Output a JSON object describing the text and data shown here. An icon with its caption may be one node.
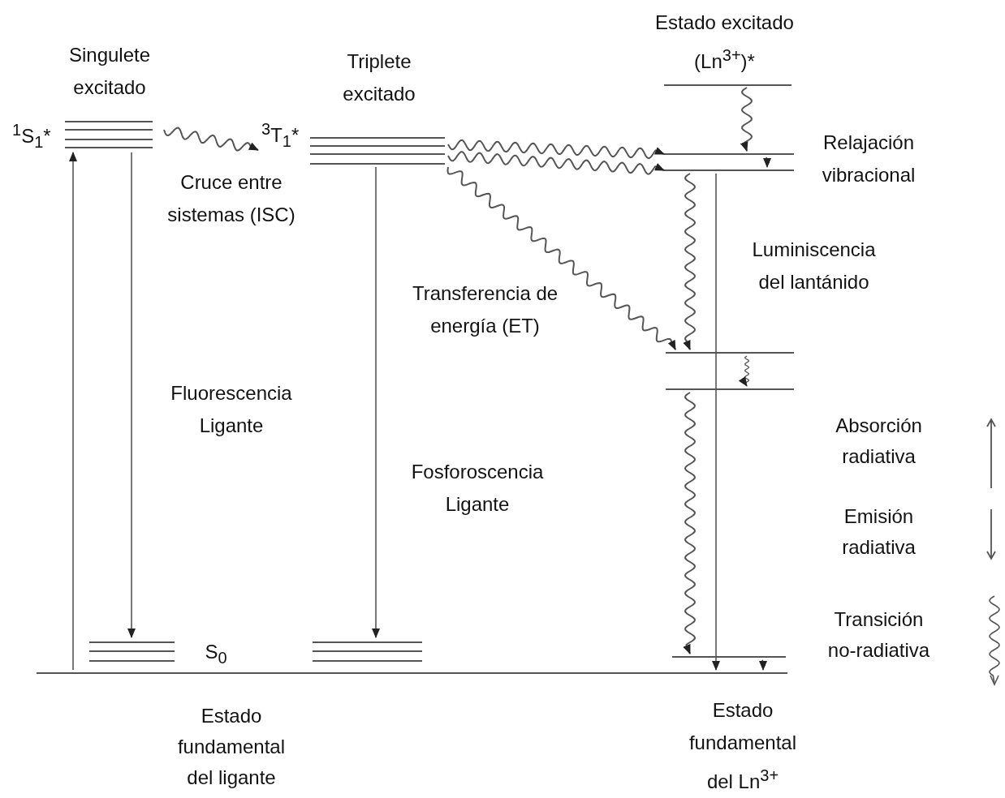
{
  "diagram": {
    "nodes": [
      {
        "text": [
          "Singulete excitado",
          "$^{1}$S$_{1}$*"
        ]
      },
      {
        "text": [
          "Triplete excitado",
          "$^{3}$T$_{1}$*"
        ]
      },
      {
        "text": [],
        "shape": "bar"
      },
      {
        "text": [],
        "shape": "bar"
      },
      {
        "text": [
          "Estado excitado (Ln$^{3+}$)*"
        ]
      },
      {
        "text": [],
        "shape": "bar"
      },
      {
        "text": [],
        "shape": "bar"
      },
      {
        "text": [],
        "shape": "bar"
      },
      {
        "text": [],
        "shape": "bar"
      },
      {
        "text": [],
        "shape": "bar"
      },
      {
        "text": [],
        "shape": "bar"
      }
    ],
    "edges": [
      {
        "from": 10,
        "to": 0,
        "arrow": "to"
      },
      {
        "from": 0,
        "to": 2,
        "arrow": "to",
        "label": "Fluorescencia Ligante"
      },
      {
        "from": 0,
        "to": 1,
        "arrow": "to",
        "label": "Cruce entre sistemas (ISC)"
      },
      {
        "from": 1,
        "to": 3,
        "arrow": "to",
        "label": "Fosforoscencia Ligante"
      },
      {
        "from": 1,
        "to": 5,
        "arrow": "to"
      },
      {
        "from": 1,
        "to": 6,
        "arrow": "to"
      },
      {
        "from": 1,
        "to": 7,
        "arrow": "to",
        "label": "Transferencia de energía (ET)"
      },
      {
        "from": 4,
        "to": 5,
        "arrow": "to"
      },
      {
        "from": 6,
        "to": 7,
        "arrow": "to"
      },
      {
        "from": 6,
        "to": 10,
        "arrow": "to",
        "label": "Luminiscencia del lantánido"
      },
      {
        "from": 8,
        "to": 9,
        "arrow": "to"
      },
      {
        "from": 5,
        "to": 6,
        "arrow": "to"
      },
      {
        "from": 7,
        "to": 8,
        "arrow": "to"
      },
      {
        "from": 9,
        "to": 10,
        "arrow": "to"
      }
    ],
    "labels": [
      "Relajación vibracional",
      "S$_{0}$",
      "Estado fundamental del ligante",
      "Estado fundamental del Ln$^{3+}$"
    ],
    "legend": [
      {
        "text": "Absorción radiativa"
      },
      {
        "text": "Emisión radiativa"
      },
      {
        "text": "Transición no-radiativa"
      }
    ]
  }
}
